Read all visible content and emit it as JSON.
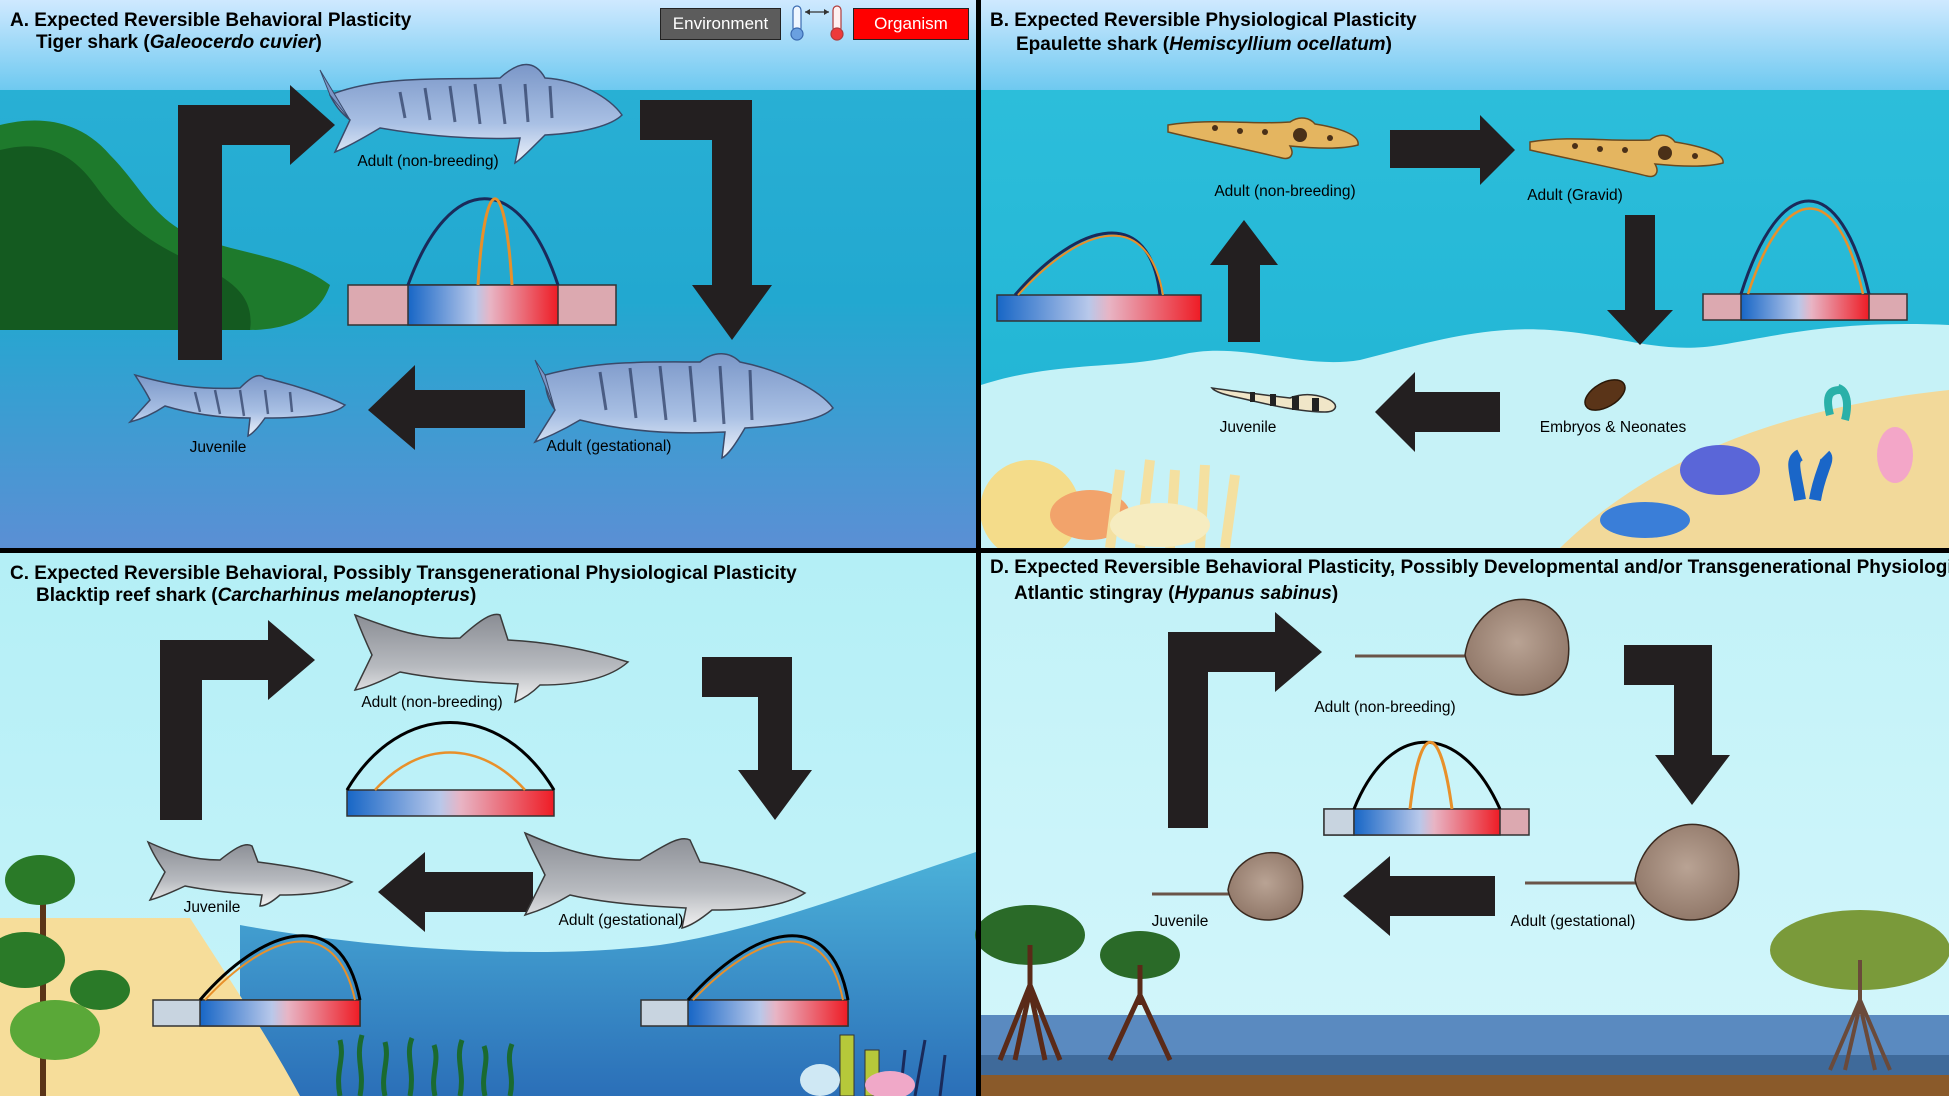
{
  "legend": {
    "environment_label": "Environment",
    "organism_label": "Organism",
    "environment_color": "#5c5c5c",
    "organism_color": "#ff0000"
  },
  "panels": {
    "a": {
      "title": "A. Expected Reversible Behavioral Plasticity",
      "species_common": "Tiger shark (",
      "species_latin": "Galeocerdo cuvier",
      "species_close": ")",
      "stages": {
        "adult_nonbreeding": "Adult (non-breeding)",
        "adult_gestational": "Adult (gestational)",
        "juvenile": "Juvenile"
      }
    },
    "b": {
      "title": "B. Expected Reversible Physiological Plasticity",
      "species_common": "Epaulette shark (",
      "species_latin": "Hemiscyllium ocellatum",
      "species_close": ")",
      "stages": {
        "adult_nonbreeding": "Adult (non-breeding)",
        "adult_gravid": "Adult (Gravid)",
        "embryos": "Embryos & Neonates",
        "juvenile": "Juvenile"
      }
    },
    "c": {
      "title": "C. Expected Reversible Behavioral, Possibly Transgenerational Physiological Plasticity",
      "species_common": "Blacktip reef shark (",
      "species_latin": "Carcharhinus melanopterus",
      "species_close": ")",
      "stages": {
        "adult_nonbreeding": "Adult (non-breeding)",
        "adult_gestational": "Adult (gestational)",
        "juvenile": "Juvenile"
      }
    },
    "d": {
      "title": "D. Expected Reversible Behavioral Plasticity, Possibly Developmental and/or Transgenerational Physiological Plasticity",
      "species_common": "Atlantic stingray (",
      "species_latin": "Hypanus sabinus",
      "species_close": ")",
      "stages": {
        "adult_nonbreeding": "Adult (non-breeding)",
        "adult_gestational": "Adult (gestational)",
        "juvenile": "Juvenile"
      }
    }
  },
  "colors": {
    "environment_curve": "#1a2a5a",
    "organism_curve": "#e8902a",
    "arrow": "#231f20",
    "cold": "#1a66c8",
    "hot": "#ee1c25"
  }
}
